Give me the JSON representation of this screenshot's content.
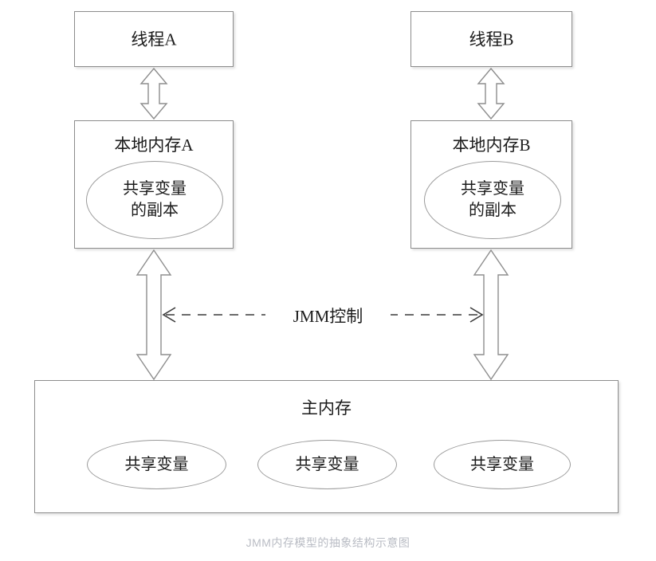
{
  "diagram": {
    "caption": "JMM内存模型的抽象结构示意图",
    "threads": [
      {
        "label": "线程A"
      },
      {
        "label": "线程B"
      }
    ],
    "local_memories": [
      {
        "label": "本地内存A",
        "copy_label": "共享变量\n的副本"
      },
      {
        "label": "本地内存B",
        "copy_label": "共享变量\n的副本"
      }
    ],
    "main_memory": {
      "label": "主内存",
      "variables": [
        {
          "label": "共享变量"
        },
        {
          "label": "共享变量"
        },
        {
          "label": "共享变量"
        }
      ]
    },
    "control": {
      "label": "JMM控制"
    },
    "colors": {
      "stroke": "#8d8d8d",
      "ellipse_stroke": "#9a9a9a",
      "text": "#1b1b1b",
      "caption": "#b9bcc4",
      "background": "#ffffff"
    }
  }
}
